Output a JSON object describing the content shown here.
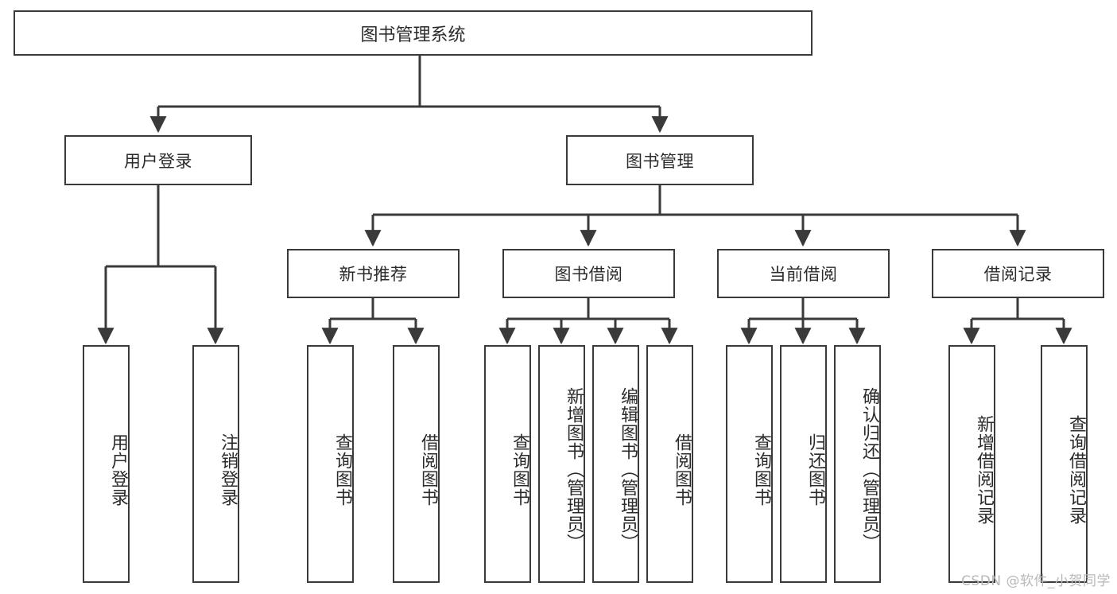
{
  "diagram": {
    "title": "图书管理系统",
    "type": "tree-hierarchy-chart",
    "colors": {
      "box_border": "#3a3a3a",
      "box_fill": "#ffffff",
      "line": "#3a3a3a",
      "text": "#2b2b2b",
      "watermark": "#b8b8b8"
    },
    "root": {
      "label": "图书管理系统"
    },
    "level2": [
      {
        "label": "用户登录"
      },
      {
        "label": "图书管理"
      }
    ],
    "level3": [
      {
        "label": "新书推荐"
      },
      {
        "label": "图书借阅"
      },
      {
        "label": "当前借阅"
      },
      {
        "label": "借阅记录"
      }
    ],
    "leaves": {
      "user_login": [
        {
          "label": "用户登录"
        },
        {
          "label": "注销登录"
        }
      ],
      "new_book_recommend": [
        {
          "label": "查询图书"
        },
        {
          "label": "借阅图书"
        }
      ],
      "book_borrow": [
        {
          "label": "查询图书"
        },
        {
          "label": "新增图书（管理员）"
        },
        {
          "label": "编辑图书（管理员）"
        },
        {
          "label": "借阅图书"
        }
      ],
      "current_borrow": [
        {
          "label": "查询图书"
        },
        {
          "label": "归还图书"
        },
        {
          "label": "确认归还（管理员）"
        }
      ],
      "borrow_record": [
        {
          "label": "新增借阅记录"
        },
        {
          "label": "查询借阅记录"
        }
      ]
    }
  },
  "watermark": {
    "text": "CSDN @软件_小贺同学"
  }
}
